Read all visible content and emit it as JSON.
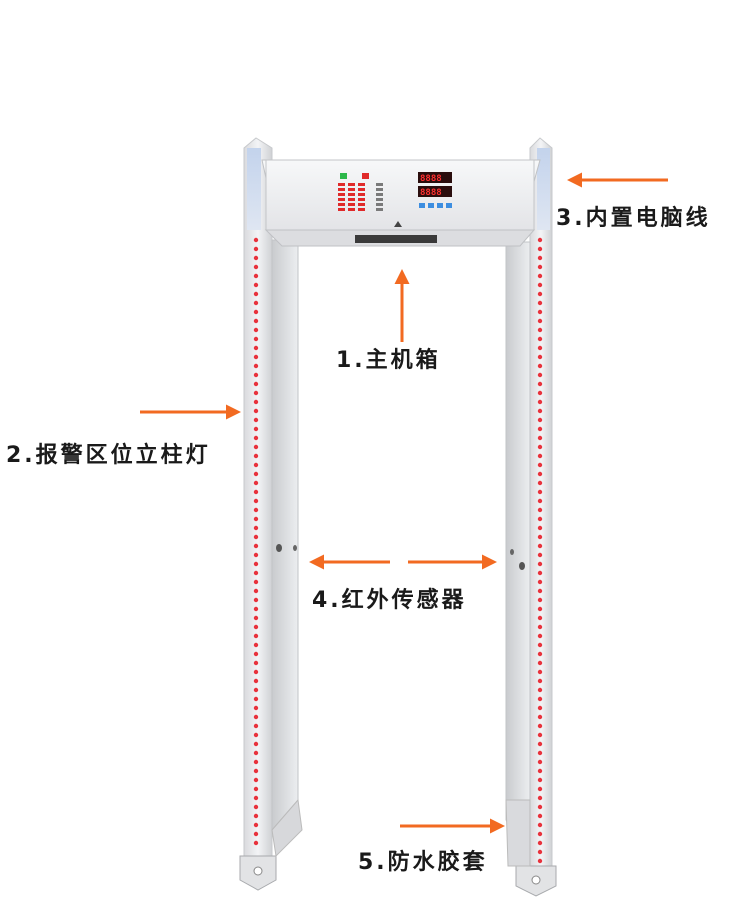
{
  "labels": {
    "main_box": "1.主机箱",
    "alarm_column_light": "2.报警区位立柱灯",
    "builtin_cable": "3.内置电脑线",
    "infrared_sensor": "4.红外传感器",
    "waterproof_sleeve": "5.防水胶套"
  },
  "panel": {
    "display_top": "8888",
    "display_bottom": "8888"
  },
  "colors": {
    "arrow": "#f26a21",
    "led": "#e8323c",
    "frame": "#e6e7ea",
    "text": "#1a1a1a"
  },
  "icons": [
    "arrow-icon",
    "brand-logo-icon"
  ]
}
